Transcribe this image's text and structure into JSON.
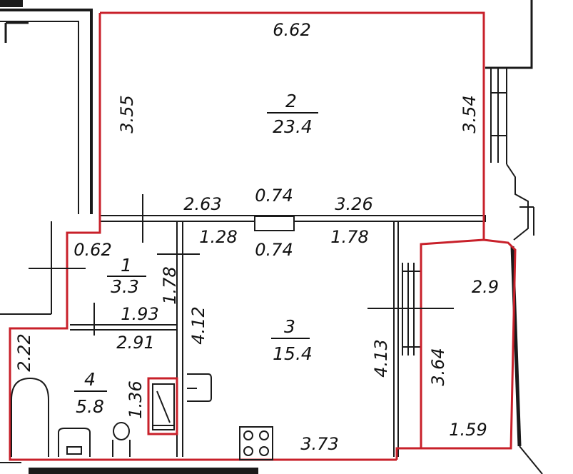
{
  "rooms": [
    {
      "number": "2",
      "area": "23.4"
    },
    {
      "number": "1",
      "area": "3.3"
    },
    {
      "number": "3",
      "area": "15.4"
    },
    {
      "number": "4",
      "area": "5.8"
    }
  ],
  "dimensions": {
    "room2_top": "6.62",
    "room2_left": "3.55",
    "room2_right": "3.54",
    "wall_a": "2.63",
    "opening": "0.74",
    "wall_b": "3.26",
    "kitchen_a": "1.28",
    "kitchen_opening": "0.74",
    "kitchen_b": "1.78",
    "room1_left": "0.62",
    "room1_height": "1.78",
    "room1_bottom": "1.93",
    "room3_left": "4.12",
    "room3_right": "4.13",
    "room3_bottom": "3.73",
    "room4_top": "2.91",
    "room4_left": "2.22",
    "room4_wall": "1.36",
    "balcony_top": "2.9",
    "balcony_side": "3.64",
    "balcony_bottom": "1.59"
  },
  "colors": {
    "outline": "#c8202a",
    "walls": "#1a1a1a"
  }
}
